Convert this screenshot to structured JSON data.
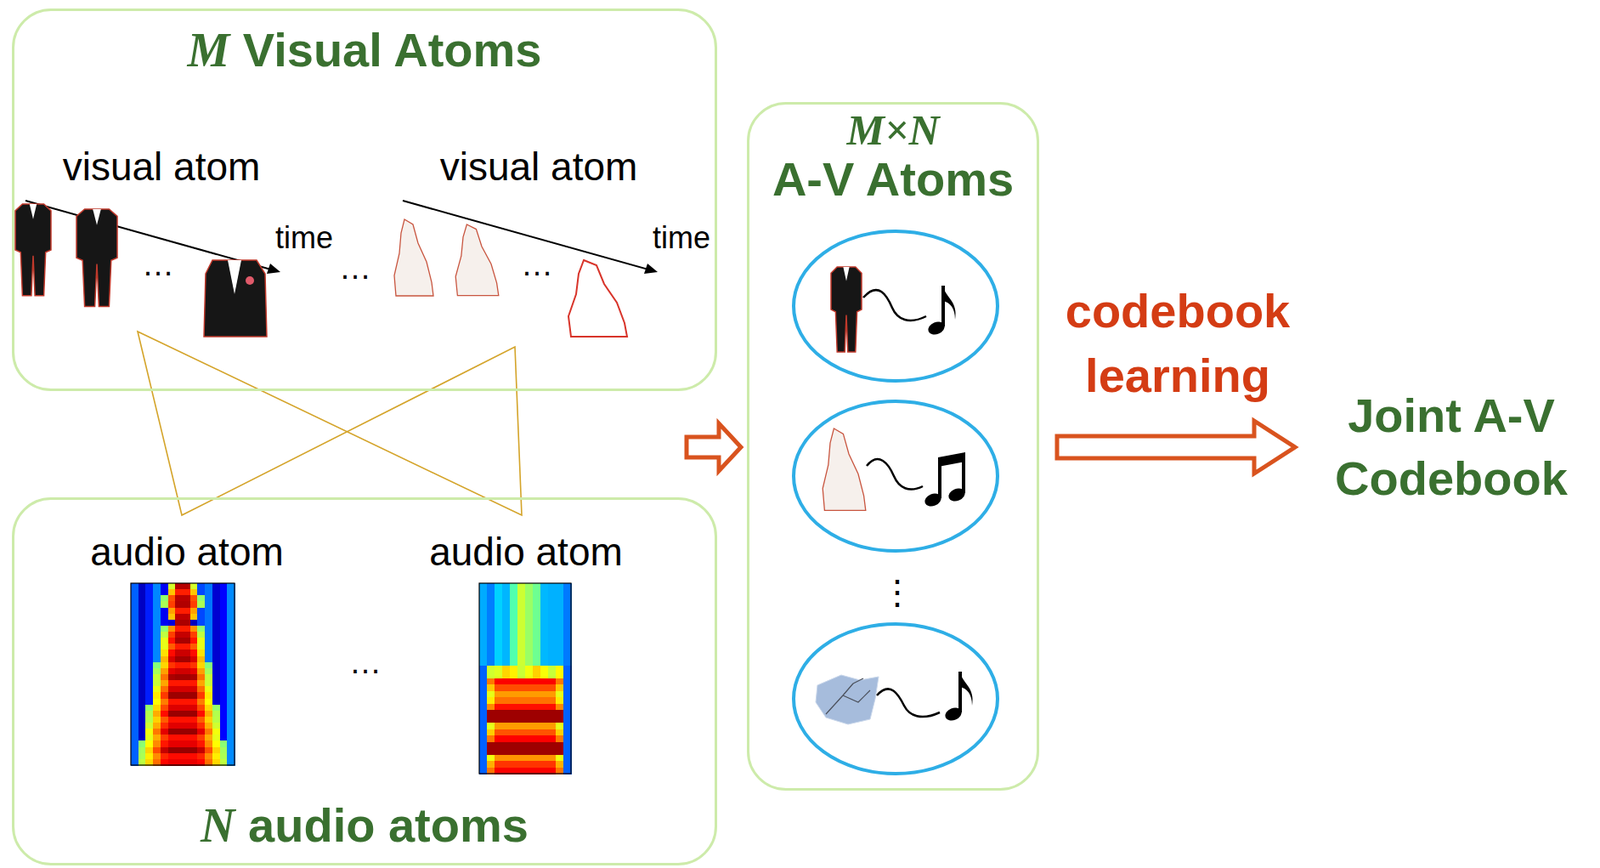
{
  "diagram": {
    "nodes": [
      {
        "text": [
          "M Visual Atoms"
        ]
      },
      {
        "text": [
          "N audio atoms"
        ]
      },
      {
        "text": [
          "M×N",
          "A-V Atoms"
        ]
      }
    ],
    "labels": [
      "visual atom",
      "time",
      "visual atom",
      "time",
      "…",
      "…",
      "…",
      "audio atom",
      "audio atom",
      "…",
      "⋮",
      "codebook learning",
      "Joint A-V Codebook"
    ]
  }
}
